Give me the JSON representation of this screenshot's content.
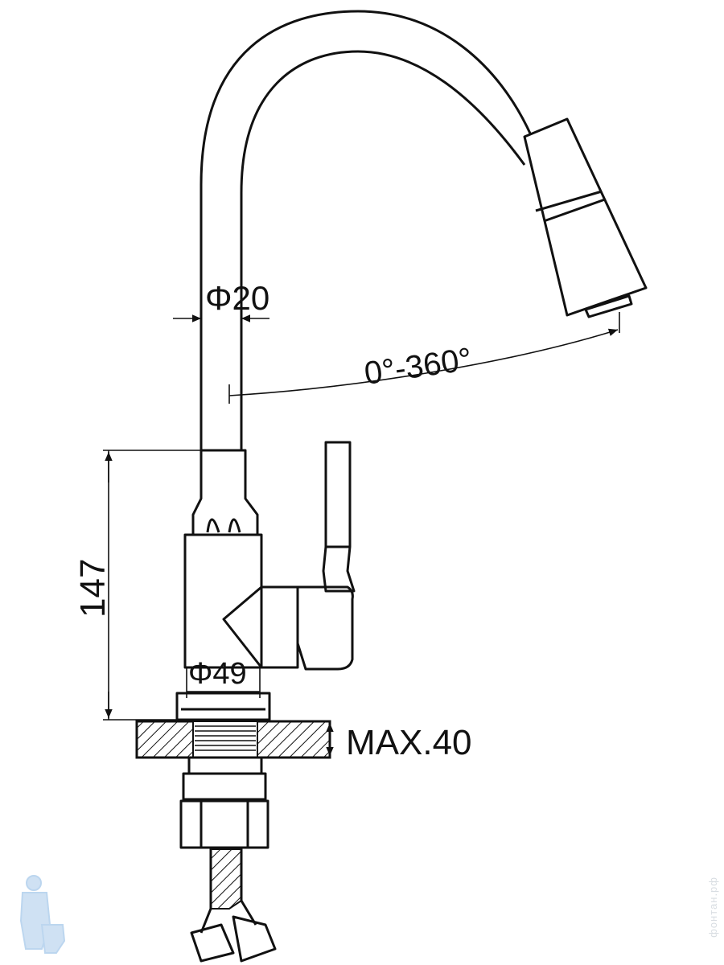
{
  "dimensions": {
    "tube_diameter": "Φ20",
    "rotation": "0°-360°",
    "height": "147",
    "base_diameter": "Φ49",
    "max_thickness": "MAX.40"
  },
  "watermark": {
    "text": "фонтан.рф",
    "logo": "plumber-logo"
  },
  "colors": {
    "line": "#111111",
    "logo": "#bcd6ef"
  }
}
